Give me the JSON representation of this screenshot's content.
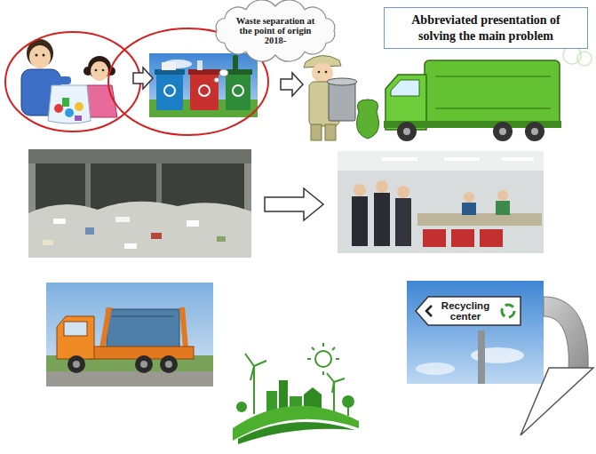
{
  "diagram": {
    "title": "Abbreviated presentation of solving the main problem",
    "nodes": [
      {
        "text": [
          "Waste separation at the point of origin 2018-"
        ]
      },
      {
        "text": [
          "Recycling center"
        ]
      }
    ]
  }
}
